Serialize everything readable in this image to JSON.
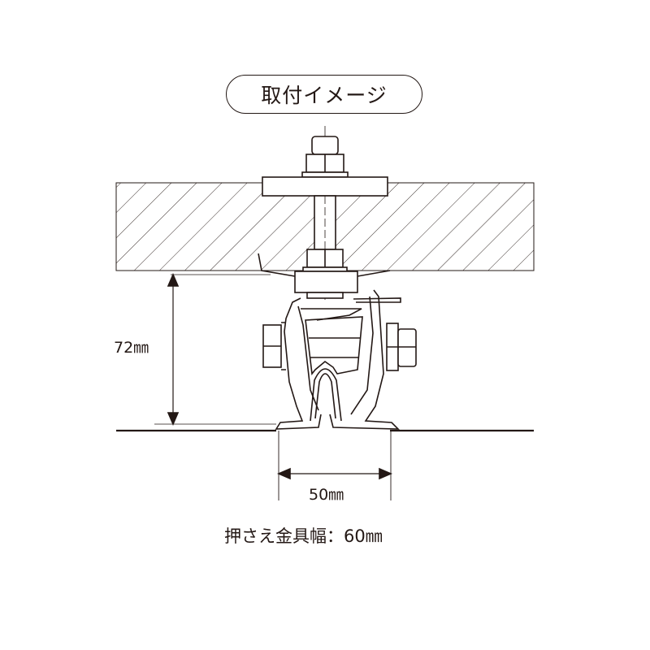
{
  "title": "取付イメージ",
  "dimensions": {
    "height_label": "72㎜",
    "gap_label": "50㎜",
    "clamp_width_label": "押さえ金具幅：60㎜"
  },
  "colors": {
    "line": "#231815",
    "background": "#ffffff"
  }
}
